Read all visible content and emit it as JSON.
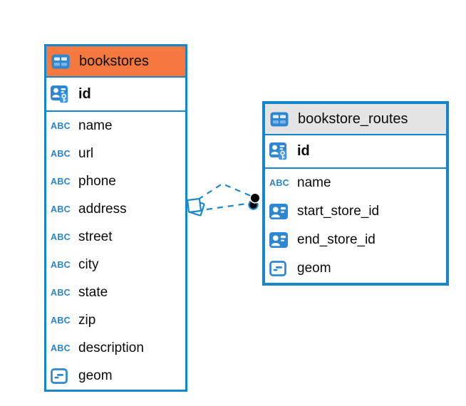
{
  "diagram": {
    "colors": {
      "accent_blue": "#1486C9",
      "header_orange": "#F5793E",
      "header_gray": "#E4E4E4",
      "icon_blue": "#2E87D0",
      "connector_blue": "#1E88CE",
      "endpoint_dot": "#000000"
    },
    "icons": {
      "text_type_label": "ABC"
    },
    "tables": [
      {
        "name": "bookstores",
        "columns": [
          {
            "name": "id",
            "icon": "primary-key"
          },
          {
            "name": "name",
            "icon": "text"
          },
          {
            "name": "url",
            "icon": "text"
          },
          {
            "name": "phone",
            "icon": "text"
          },
          {
            "name": "address",
            "icon": "text"
          },
          {
            "name": "street",
            "icon": "text"
          },
          {
            "name": "city",
            "icon": "text"
          },
          {
            "name": "state",
            "icon": "text"
          },
          {
            "name": "zip",
            "icon": "text"
          },
          {
            "name": "description",
            "icon": "text"
          },
          {
            "name": "geom",
            "icon": "geometry"
          }
        ]
      },
      {
        "name": "bookstore_routes",
        "columns": [
          {
            "name": "id",
            "icon": "primary-key"
          },
          {
            "name": "name",
            "icon": "text"
          },
          {
            "name": "start_store_id",
            "icon": "reference"
          },
          {
            "name": "end_store_id",
            "icon": "reference"
          },
          {
            "name": "geom",
            "icon": "geometry"
          }
        ]
      }
    ]
  }
}
